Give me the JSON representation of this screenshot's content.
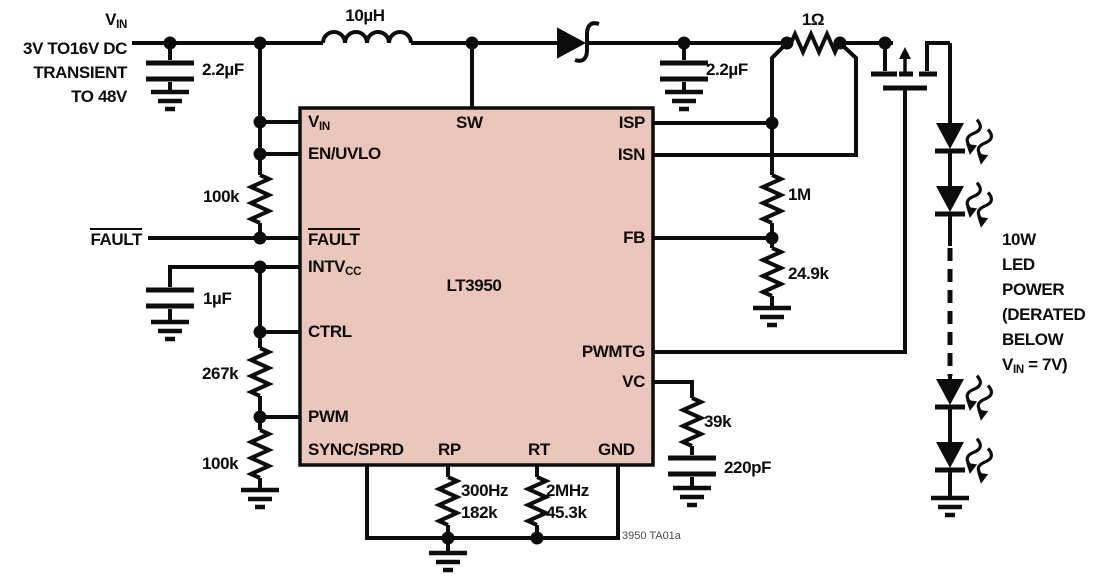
{
  "colors": {
    "ic_fill": "#eac7ba",
    "line": "#0d0d0d"
  },
  "input": {
    "v_base": "V",
    "v_sub": "IN",
    "line2": "3V TO16V DC",
    "line3": "TRANSIENT",
    "line4": "TO 48V",
    "cap": "2.2µF"
  },
  "power_path": {
    "inductor": "10µH",
    "output_cap": "2.2µF",
    "sense_resistor": "1Ω"
  },
  "ic": {
    "part": "LT3950",
    "pins": {
      "vin_base": "V",
      "vin_sub": "IN",
      "en_uvlo": "EN/UVLO",
      "fault": "FAULT",
      "intv_base": "INTV",
      "intv_sub": "CC",
      "ctrl": "CTRL",
      "pwm": "PWM",
      "sync_sprd": "SYNC/SPRD",
      "sw": "SW",
      "isp": "ISP",
      "isn": "ISN",
      "fb": "FB",
      "pwmtg": "PWMTG",
      "vc": "VC",
      "rp": "RP",
      "rt": "RT",
      "gnd": "GND"
    }
  },
  "left": {
    "fault_pullup": "100k",
    "fault_label": "FAULT",
    "intvcc_cap": "1µF",
    "ctrl_resistor": "267k",
    "pwm_resistor": "100k"
  },
  "right": {
    "fb_top_resistor": "1M",
    "fb_bottom_resistor": "24.9k",
    "vc_resistor": "39k",
    "vc_cap": "220pF"
  },
  "bottom": {
    "rp_freq": "300Hz",
    "rp_value": "182k",
    "rt_freq": "2MHz",
    "rt_value": "45.3k"
  },
  "led_note": {
    "l1": "10W",
    "l2": "LED",
    "l3": "POWER",
    "l4": "(DERATED",
    "l5": "BELOW",
    "l6_base": "V",
    "l6_sub": "IN",
    "l6_rest": " = 7V)"
  },
  "footnote": "3950 TA01a"
}
